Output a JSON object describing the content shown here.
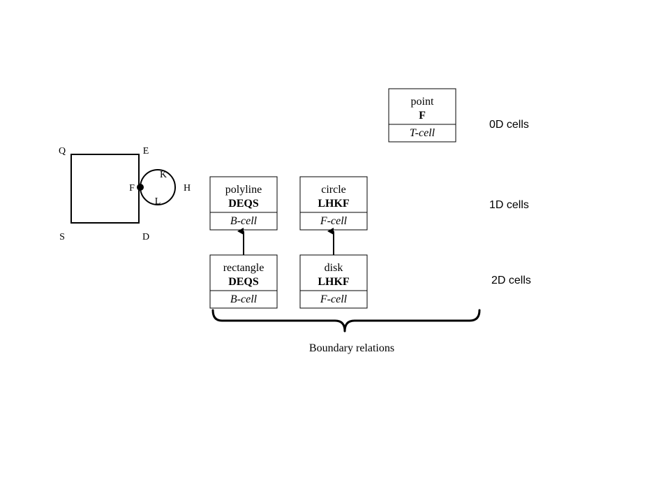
{
  "figure": {
    "labels": {
      "q": "Q",
      "e": "E",
      "s": "S",
      "d": "D",
      "f": "F",
      "h": "H",
      "k": "K",
      "l": "L"
    }
  },
  "boxes": {
    "point": {
      "name": "point",
      "code": "F",
      "cell": "T-cell"
    },
    "polyline": {
      "name": "polyline",
      "code": "DEQS",
      "cell": "B-cell"
    },
    "circle": {
      "name": "circle",
      "code": "LHKF",
      "cell": "F-cell"
    },
    "rectangle": {
      "name": "rectangle",
      "code": "DEQS",
      "cell": "B-cell"
    },
    "disk": {
      "name": "disk",
      "code": "LHKF",
      "cell": "F-cell"
    }
  },
  "levels": {
    "zero_d": "0D cells",
    "one_d": "1D cells",
    "two_d": "2D cells"
  },
  "brace_label": "Boundary relations"
}
